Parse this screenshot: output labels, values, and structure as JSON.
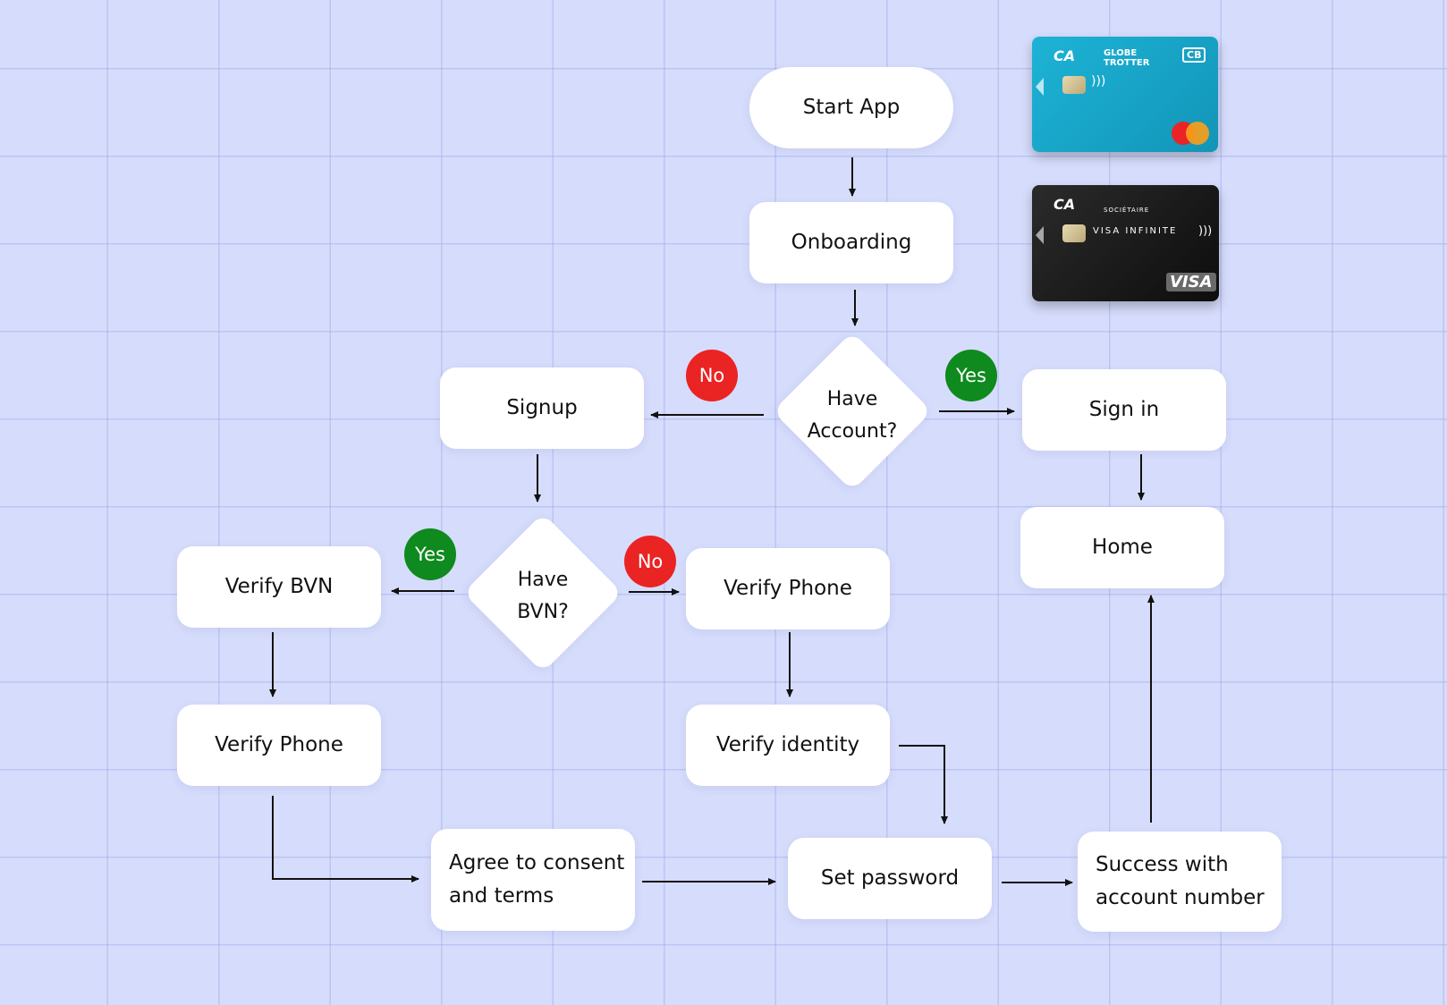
{
  "nodes": {
    "start_app": "Start App",
    "onboarding": "Onboarding",
    "have_account": "Have\nAccount?",
    "signup": "Signup",
    "sign_in": "Sign in",
    "home": "Home",
    "have_bvn": "Have\nBVN?",
    "verify_bvn": "Verify BVN",
    "verify_phone_left": "Verify Phone",
    "verify_phone_right": "Verify Phone",
    "verify_identity": "Verify identity",
    "agree_consent": "Agree to consent\nand terms",
    "set_password": "Set password",
    "success": "Success with\naccount number"
  },
  "badges": {
    "no_account": "No",
    "yes_account": "Yes",
    "yes_bvn": "Yes",
    "no_bvn": "No"
  },
  "cards": {
    "globetrotter": {
      "brand": "CA",
      "name_line1": "GLOBE",
      "name_line2": "TROTTER",
      "network": "CB",
      "color": "#19a3c8"
    },
    "visa_infinite": {
      "brand": "CA",
      "tier": "SOCIÉTAIRE",
      "product": "VISA INFINITE",
      "network": "VISA",
      "color": "#1a1a1a"
    }
  },
  "colors": {
    "background": "#d6dcfb",
    "yes": "#0e8a1e",
    "no": "#ea2323"
  }
}
